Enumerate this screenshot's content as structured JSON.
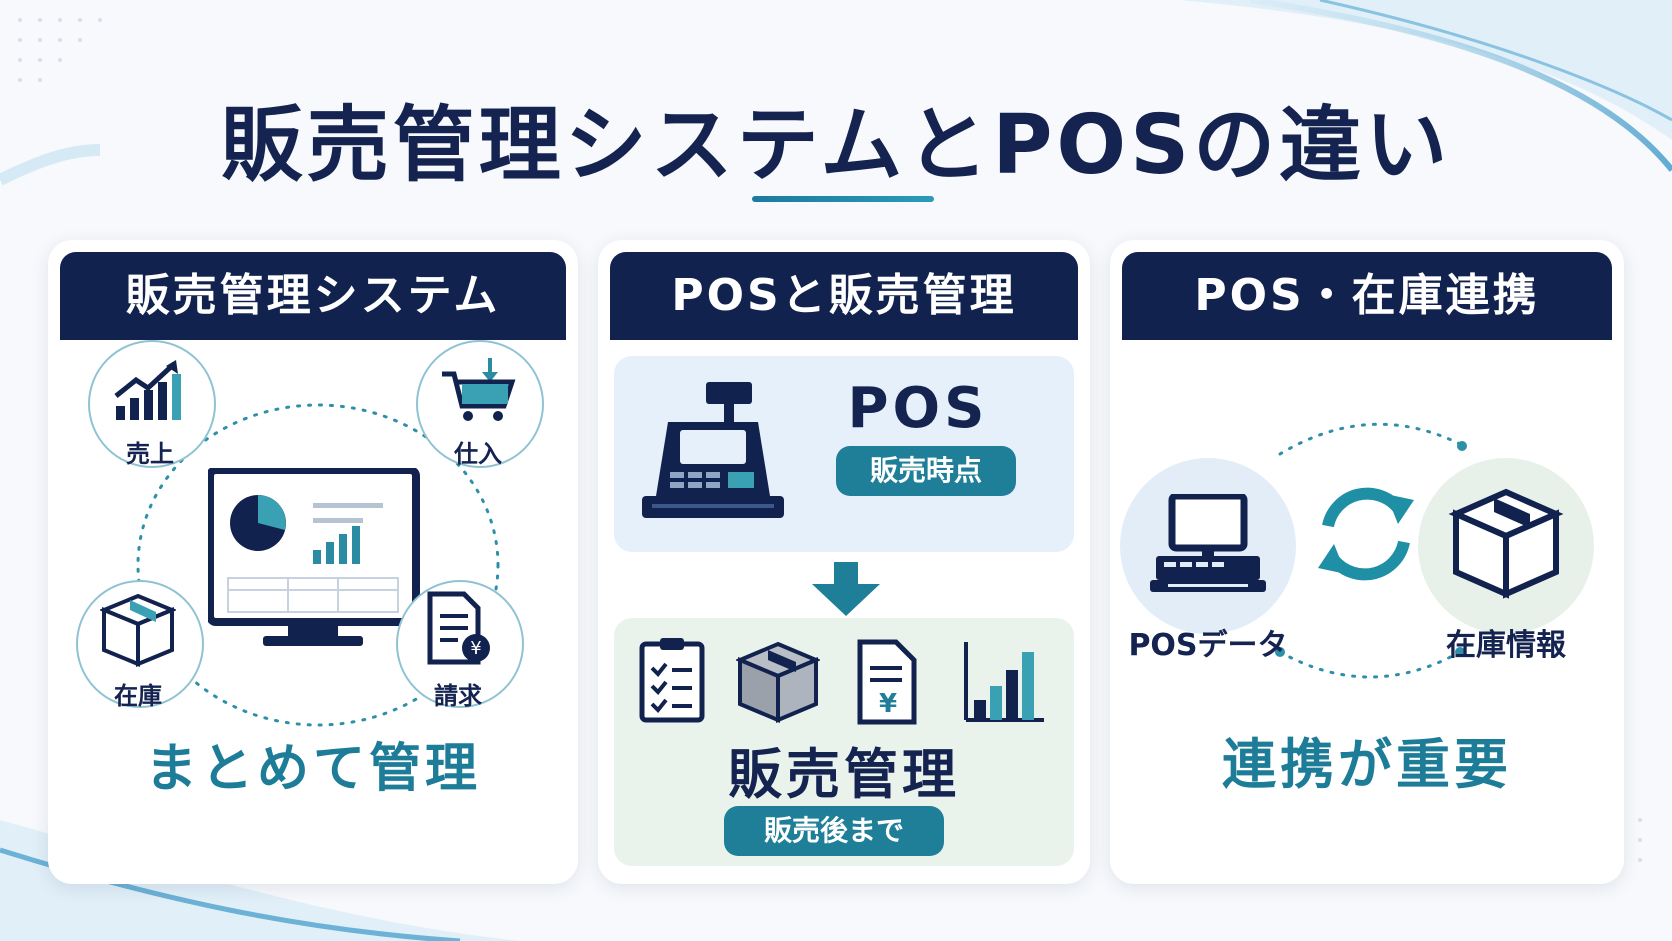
{
  "title": "販売管理システムとPOSの違い",
  "colors": {
    "navy": "#12224f",
    "teal": "#1f7f99",
    "light_blue": "#e6f0fa",
    "light_green": "#e9f3ec"
  },
  "cards": [
    {
      "header": "販売管理システム",
      "items": [
        "売上",
        "仕入",
        "在庫",
        "請求"
      ],
      "footer": "まとめて管理"
    },
    {
      "header": "POSと販売管理",
      "pos_label": "POS",
      "pos_badge": "販売時点",
      "mgmt_label": "販売管理",
      "mgmt_badge": "販売後まで"
    },
    {
      "header": "POS・在庫連携",
      "left_label": "POSデータ",
      "right_label": "在庫情報",
      "footer": "連携が重要"
    }
  ],
  "icons": [
    "trend-chart-icon",
    "cart-icon",
    "box-icon",
    "invoice-icon",
    "monitor-dashboard-icon",
    "cash-register-icon",
    "down-arrow-icon",
    "checklist-icon",
    "yen-document-icon",
    "bar-chart-icon",
    "sync-icon"
  ]
}
